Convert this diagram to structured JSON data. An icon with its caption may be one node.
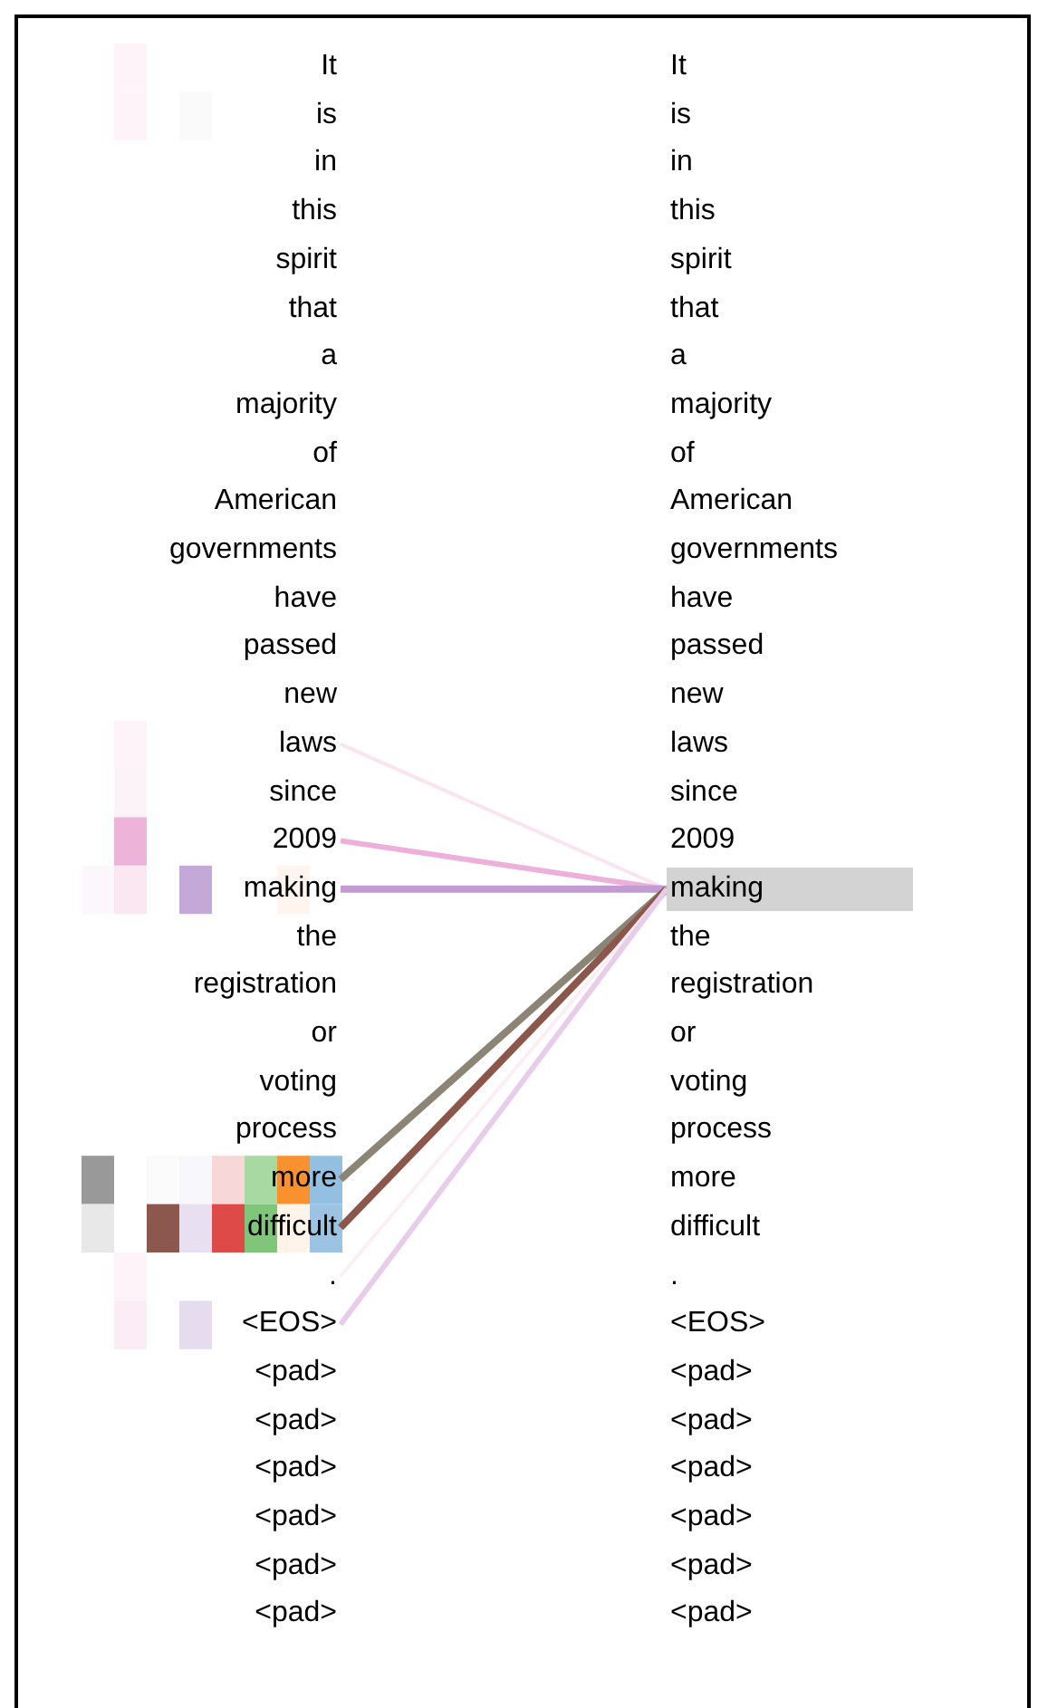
{
  "diagram": {
    "nodes": [
      {
        "text": [
          "It"
        ]
      },
      {
        "text": [
          "is"
        ]
      },
      {
        "text": [
          "in"
        ]
      },
      {
        "text": [
          "this"
        ]
      },
      {
        "text": [
          "spirit"
        ]
      },
      {
        "text": [
          "that"
        ]
      },
      {
        "text": [
          "a"
        ]
      },
      {
        "text": [
          "majority"
        ]
      },
      {
        "text": [
          "of"
        ]
      },
      {
        "text": [
          "American"
        ]
      },
      {
        "text": [
          "governments"
        ]
      },
      {
        "text": [
          "have"
        ]
      },
      {
        "text": [
          "passed"
        ]
      },
      {
        "text": [
          "new"
        ]
      },
      {
        "text": [
          "laws"
        ]
      },
      {
        "text": [
          "since"
        ]
      },
      {
        "text": [
          "2009"
        ]
      },
      {
        "text": [
          "making"
        ]
      },
      {
        "text": [
          "the"
        ]
      },
      {
        "text": [
          "registration"
        ]
      },
      {
        "text": [
          "or"
        ]
      },
      {
        "text": [
          "voting"
        ]
      },
      {
        "text": [
          "process"
        ]
      },
      {
        "text": [
          "more"
        ]
      },
      {
        "text": [
          "difficult"
        ]
      },
      {
        "text": [
          "."
        ]
      },
      {
        "text": [
          "<EOS>"
        ]
      },
      {
        "text": [
          "<pad>"
        ]
      },
      {
        "text": [
          "<pad>"
        ]
      },
      {
        "text": [
          "<pad>"
        ]
      },
      {
        "text": [
          "<pad>"
        ]
      },
      {
        "text": [
          "<pad>"
        ]
      },
      {
        "text": [
          "<pad>"
        ]
      },
      {
        "text": [
          "It"
        ]
      },
      {
        "text": [
          "is"
        ]
      },
      {
        "text": [
          "in"
        ]
      },
      {
        "text": [
          "this"
        ]
      },
      {
        "text": [
          "spirit"
        ]
      },
      {
        "text": [
          "that"
        ]
      },
      {
        "text": [
          "a"
        ]
      },
      {
        "text": [
          "majority"
        ]
      },
      {
        "text": [
          "of"
        ]
      },
      {
        "text": [
          "American"
        ]
      },
      {
        "text": [
          "governments"
        ]
      },
      {
        "text": [
          "have"
        ]
      },
      {
        "text": [
          "passed"
        ]
      },
      {
        "text": [
          "new"
        ]
      },
      {
        "text": [
          "laws"
        ]
      },
      {
        "text": [
          "since"
        ]
      },
      {
        "text": [
          "2009"
        ]
      },
      {
        "text": [
          "making"
        ]
      },
      {
        "text": [
          "the"
        ]
      },
      {
        "text": [
          "registration"
        ]
      },
      {
        "text": [
          "or"
        ]
      },
      {
        "text": [
          "voting"
        ]
      },
      {
        "text": [
          "process"
        ]
      },
      {
        "text": [
          "more"
        ]
      },
      {
        "text": [
          "difficult"
        ]
      },
      {
        "text": [
          "."
        ]
      },
      {
        "text": [
          "<EOS>"
        ]
      },
      {
        "text": [
          "<pad>"
        ]
      },
      {
        "text": [
          "<pad>"
        ]
      },
      {
        "text": [
          "<pad>"
        ]
      },
      {
        "text": [
          "<pad>"
        ]
      },
      {
        "text": [
          "<pad>"
        ]
      },
      {
        "text": [
          "<pad>"
        ]
      }
    ],
    "edges": [
      {
        "from": 14,
        "to": 50,
        "arrow": "none",
        "color": "#f9e4f0"
      },
      {
        "from": 16,
        "to": 50,
        "arrow": "none",
        "color": "#ecb0da"
      },
      {
        "from": 17,
        "to": 50,
        "arrow": "none",
        "color": "#c39bd3"
      },
      {
        "from": 23,
        "to": 50,
        "arrow": "none",
        "color": "#8c8474"
      },
      {
        "from": 24,
        "to": 50,
        "arrow": "none",
        "color": "#8c564b"
      },
      {
        "from": 25,
        "to": 50,
        "arrow": "none",
        "color": "#fbeef5"
      },
      {
        "from": 26,
        "to": 50,
        "arrow": "none",
        "color": "#e8cdea"
      }
    ]
  }
}
